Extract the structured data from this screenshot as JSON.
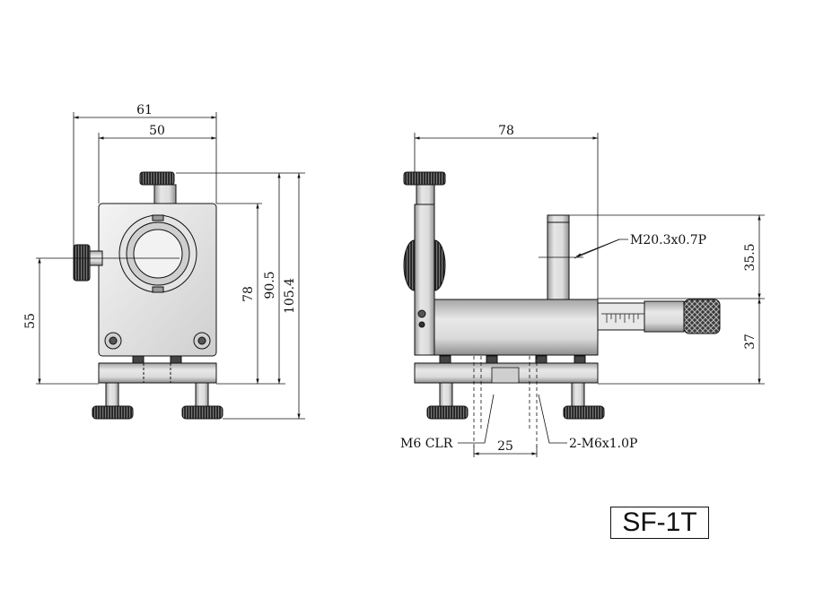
{
  "model_label": "SF-1T",
  "front_view": {
    "dims": {
      "overall_width": "61",
      "body_width": "50",
      "hole_height": "55",
      "body_height": "78",
      "height_to_knob": "90.5",
      "overall_height": "105.4"
    }
  },
  "side_view": {
    "dims": {
      "overall_length": "78",
      "mount_thread": "M20.3x0.7P",
      "mount_height": "35.5",
      "base_height": "37",
      "clearance_hole": "M6 CLR",
      "hole_spacing": "25",
      "tapped_holes": "2-M6x1.0P"
    }
  },
  "colors": {
    "line": "#111111",
    "metal_light": "#d9d9d9",
    "metal_mid": "#bdbdbd",
    "knob_dark": "#333333"
  }
}
